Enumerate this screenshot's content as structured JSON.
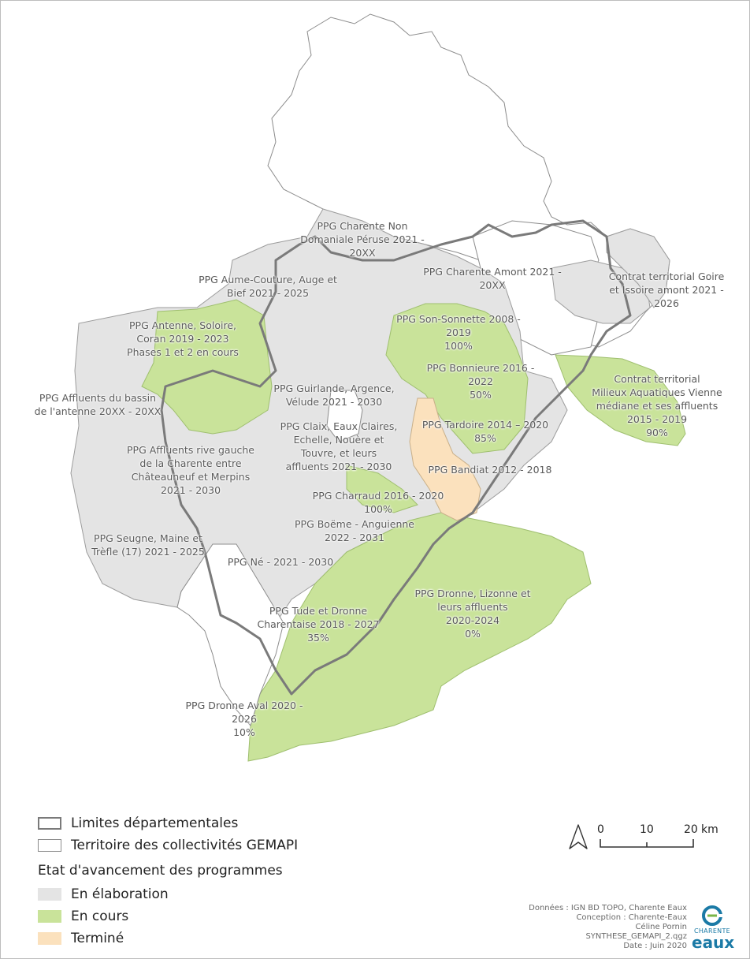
{
  "map_labels": {
    "charente_non_domaniale": [
      "PPG Charente Non",
      "Domaniale Péruse 2021 -",
      "20XX"
    ],
    "aume_couture": [
      "PPG Aume-Couture, Auge et",
      "Bief 2021 - 2025"
    ],
    "charente_amont": [
      "PPG Charente Amont 2021 -",
      "20XX"
    ],
    "goire_issoire": [
      "Contrat territorial Goire",
      "et Issoire amont 2021 -",
      "2026"
    ],
    "antenne_soloire": [
      "PPG Antenne, Soloire,",
      "Coran 2019 - 2023",
      "Phases 1 et 2 en cours"
    ],
    "son_sonnette": [
      "PPG Son-Sonnette 2008 -",
      "2019",
      "100%"
    ],
    "bonnieure": [
      "PPG Bonnieure 2016 -",
      "2022",
      "50%"
    ],
    "vienne_mediane": [
      "Contrat territorial",
      "Milieux Aquatiques Vienne",
      "médiane et ses affluents",
      "2015 - 2019",
      "90%"
    ],
    "guirlande": [
      "PPG Guirlande, Argence,",
      "Vélude 2021 - 2030"
    ],
    "affluents_antenne": [
      "PPG Affluents du bassin",
      "de l'antenne 20XX - 20XX"
    ],
    "tardoire": [
      "PPG Tardoire 2014 – 2020",
      "85%"
    ],
    "claix": [
      "PPG Claix, Eaux Claires,",
      "Echelle, Nouère et",
      "Touvre, et leurs",
      "affluents 2021 - 2030"
    ],
    "affluents_rive_gauche": [
      "PPG Affluents rive gauche",
      "de la Charente entre",
      "Châteauneuf et Merpins",
      "2021 - 2030"
    ],
    "bandiat": [
      "PPG Bandiat 2012 - 2018"
    ],
    "charraud": [
      "PPG Charraud 2016 - 2020",
      "100%"
    ],
    "boeme": [
      "PPG Boëme - Anguienne",
      "2022 - 2031"
    ],
    "seugne": [
      "PPG Seugne, Maine et",
      "Trèfle (17) 2021 - 2025"
    ],
    "ne": [
      "PPG Né - 2021 - 2030"
    ],
    "dronne_lizonne": [
      "PPG Dronne, Lizonne et",
      "leurs affluents",
      "2020-2024",
      "0%"
    ],
    "tude_dronne": [
      "PPG Tude et Dronne",
      "Charentaise 2018 - 2027",
      "35%"
    ],
    "dronne_aval": [
      "PPG Dronne Aval 2020 -",
      "2026",
      "10%"
    ]
  },
  "legend": {
    "limites": "Limites départementales",
    "territoire": "Territoire des collectivités GEMAPI",
    "title": "Etat d'avancement des programmes",
    "elaboration": "En élaboration",
    "en_cours": "En cours",
    "termine": "Terminé"
  },
  "colors": {
    "elaboration": "#e4e4e4",
    "en_cours": "#c9e39a",
    "termine": "#fbe1bd",
    "territory_stroke": "#8c8c8c",
    "dept_border": "#7a7a7a"
  },
  "scale_bar": {
    "labels": [
      "0",
      "10",
      "20"
    ],
    "unit": "km"
  },
  "north_arrow_icon": "north-arrow-icon",
  "credits": [
    "Données : IGN BD TOPO, Charente Eaux",
    "Conception : Charente-Eaux",
    "Céline Pornin",
    "SYNTHESE_GEMAPI_2.qgz",
    "Date : Juin 2020"
  ],
  "logo": {
    "top": "CHARENTE",
    "big": "eaux"
  }
}
